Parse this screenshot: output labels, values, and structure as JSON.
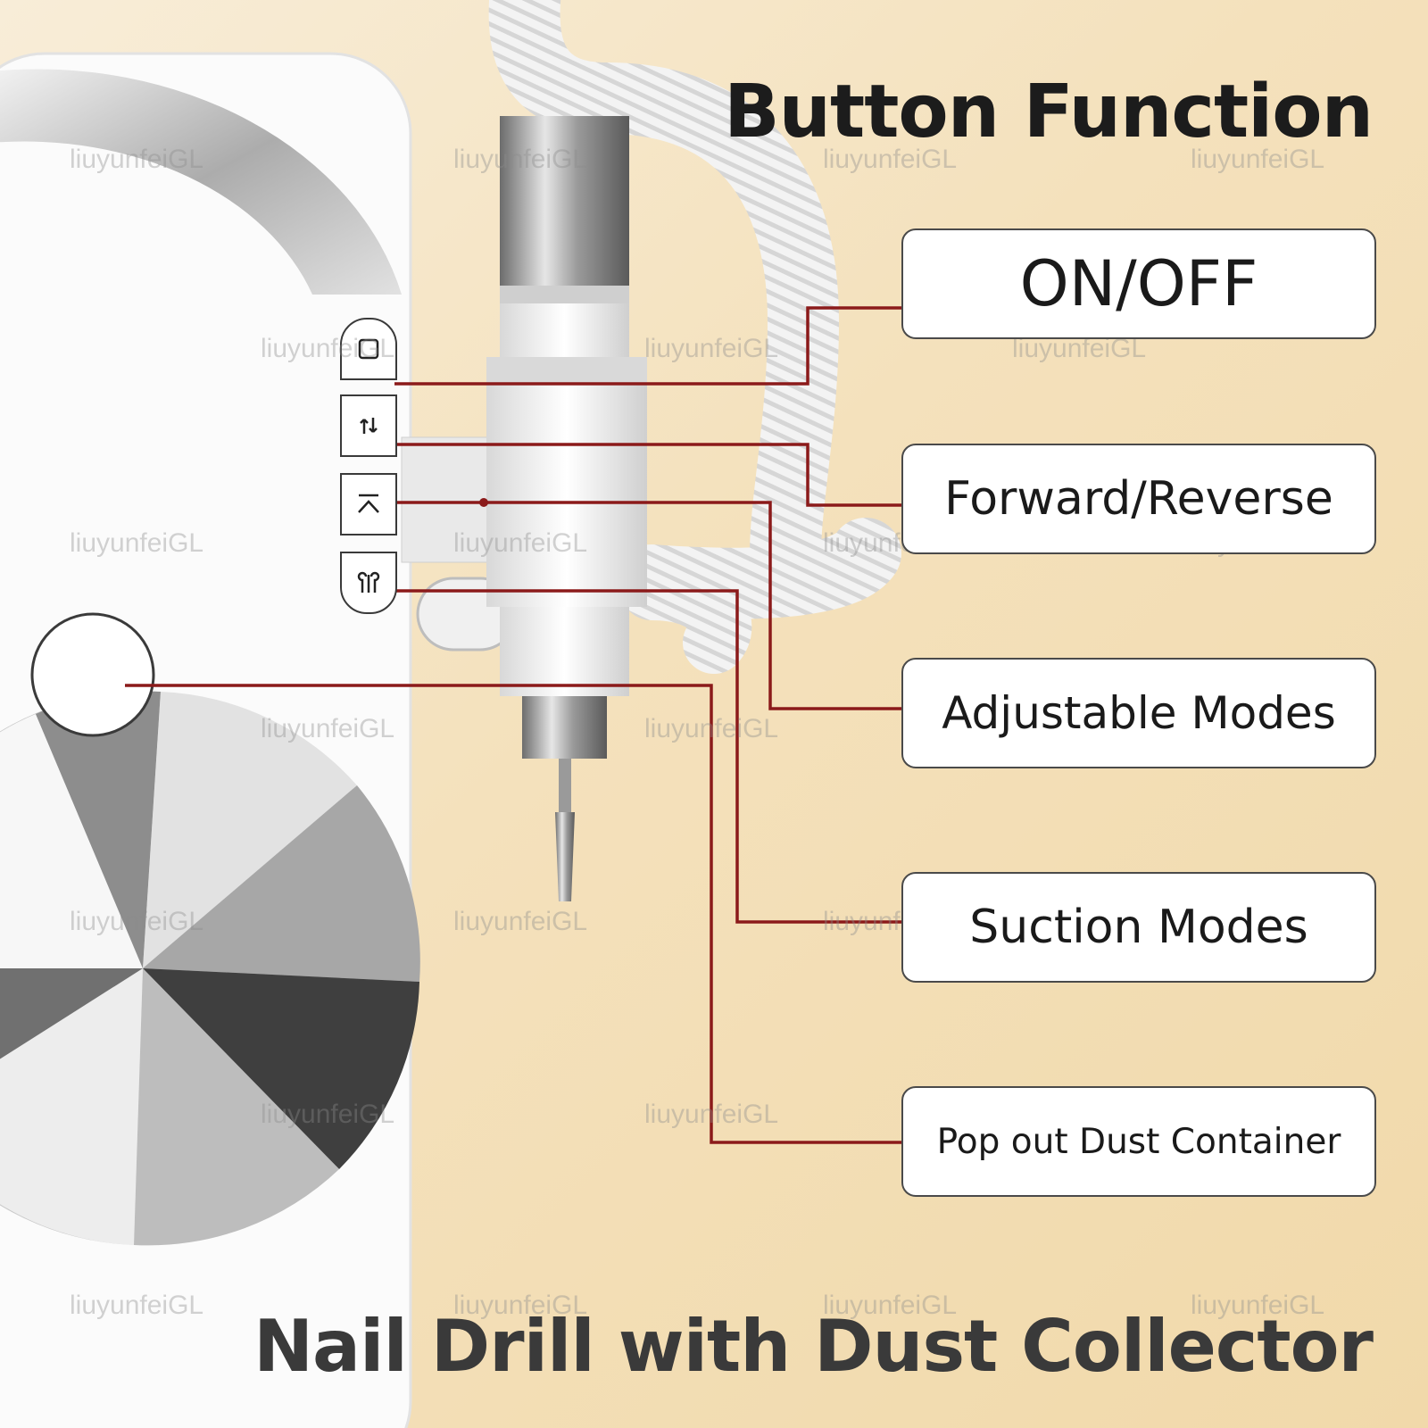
{
  "title": "Button Function",
  "subtitle": "Nail Drill with Dust Collector",
  "labels": {
    "on_off": "ON/OFF",
    "forward_reverse": "Forward/Reverse",
    "adjustable_modes": "Adjustable Modes",
    "suction_modes": "Suction Modes",
    "pop_out": "Pop out Dust Container"
  },
  "watermark": "liuyunfeiGL",
  "icons": {
    "power": "square-power-icon",
    "direction": "rotate-arrows-icon",
    "modes": "chevron-up-icon",
    "suction": "fan-icon"
  },
  "colors": {
    "callout_line": "#8b1a1a",
    "background": "#f4e1bc"
  }
}
